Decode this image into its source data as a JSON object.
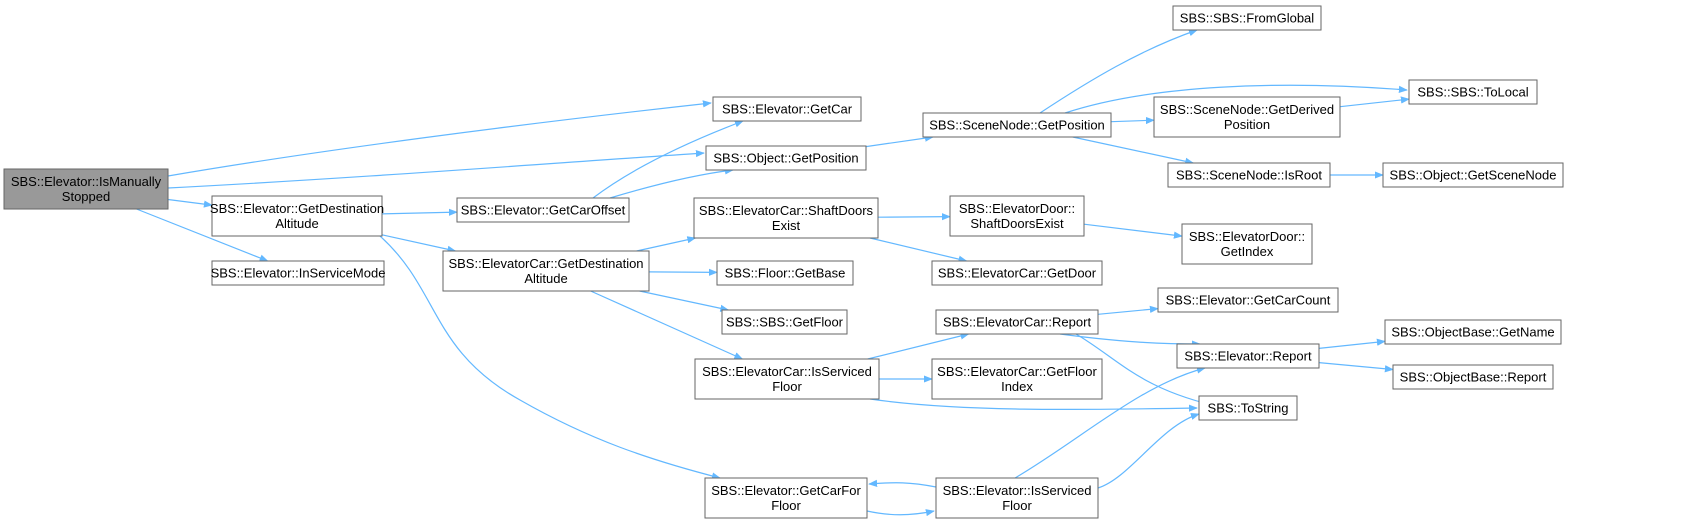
{
  "colors": {
    "edge": "#63b8ff",
    "root_fill": "#999999",
    "node_fill": "#ffffff",
    "node_border": "#666666"
  },
  "nodes": [
    {
      "id": "is_manually_stopped",
      "lines": [
        "SBS::Elevator::IsManually",
        "Stopped"
      ],
      "root": true
    },
    {
      "id": "elevator_get_destination_altitude",
      "lines": [
        "SBS::Elevator::GetDestination",
        "Altitude"
      ]
    },
    {
      "id": "elevator_in_service_mode",
      "lines": [
        "SBS::Elevator::InServiceMode"
      ]
    },
    {
      "id": "elevator_get_car",
      "lines": [
        "SBS::Elevator::GetCar"
      ]
    },
    {
      "id": "object_get_position",
      "lines": [
        "SBS::Object::GetPosition"
      ]
    },
    {
      "id": "elevator_get_car_offset",
      "lines": [
        "SBS::Elevator::GetCarOffset"
      ]
    },
    {
      "id": "elevatorcar_get_destination_altitude",
      "lines": [
        "SBS::ElevatorCar::GetDestination",
        "Altitude"
      ]
    },
    {
      "id": "elevatorcar_shaft_doors_exist",
      "lines": [
        "SBS::ElevatorCar::ShaftDoors",
        "Exist"
      ]
    },
    {
      "id": "floor_get_base",
      "lines": [
        "SBS::Floor::GetBase"
      ]
    },
    {
      "id": "sbs_get_floor",
      "lines": [
        "SBS::SBS::GetFloor"
      ]
    },
    {
      "id": "elevatorcar_is_serviced_floor",
      "lines": [
        "SBS::ElevatorCar::IsServiced",
        "Floor"
      ]
    },
    {
      "id": "elevator_get_car_for_floor",
      "lines": [
        "SBS::Elevator::GetCarFor",
        "Floor"
      ]
    },
    {
      "id": "scenenode_get_position",
      "lines": [
        "SBS::SceneNode::GetPosition"
      ]
    },
    {
      "id": "elevatordoor_shaft_doors_exist",
      "lines": [
        "SBS::ElevatorDoor::",
        "ShaftDoorsExist"
      ]
    },
    {
      "id": "elevatorcar_get_door",
      "lines": [
        "SBS::ElevatorCar::GetDoor"
      ]
    },
    {
      "id": "elevatorcar_report",
      "lines": [
        "SBS::ElevatorCar::Report"
      ]
    },
    {
      "id": "elevatorcar_get_floor_index",
      "lines": [
        "SBS::ElevatorCar::GetFloor",
        "Index"
      ]
    },
    {
      "id": "elevator_is_serviced_floor",
      "lines": [
        "SBS::Elevator::IsServiced",
        "Floor"
      ]
    },
    {
      "id": "sbs_from_global",
      "lines": [
        "SBS::SBS::FromGlobal"
      ]
    },
    {
      "id": "sbs_to_local",
      "lines": [
        "SBS::SBS::ToLocal"
      ]
    },
    {
      "id": "scenenode_get_derived_position",
      "lines": [
        "SBS::SceneNode::GetDerived",
        "Position"
      ]
    },
    {
      "id": "scenenode_is_root",
      "lines": [
        "SBS::SceneNode::IsRoot"
      ]
    },
    {
      "id": "object_get_scene_node",
      "lines": [
        "SBS::Object::GetSceneNode"
      ]
    },
    {
      "id": "elevatordoor_get_index",
      "lines": [
        "SBS::ElevatorDoor::",
        "GetIndex"
      ]
    },
    {
      "id": "elevator_get_car_count",
      "lines": [
        "SBS::Elevator::GetCarCount"
      ]
    },
    {
      "id": "elevator_report",
      "lines": [
        "SBS::Elevator::Report"
      ]
    },
    {
      "id": "sbs_to_string",
      "lines": [
        "SBS::ToString"
      ]
    },
    {
      "id": "objectbase_get_name",
      "lines": [
        "SBS::ObjectBase::GetName"
      ]
    },
    {
      "id": "objectbase_report",
      "lines": [
        "SBS::ObjectBase::Report"
      ]
    }
  ],
  "edges": [
    {
      "from": "is_manually_stopped",
      "to": "elevator_get_car"
    },
    {
      "from": "is_manually_stopped",
      "to": "object_get_position"
    },
    {
      "from": "is_manually_stopped",
      "to": "elevator_get_destination_altitude"
    },
    {
      "from": "is_manually_stopped",
      "to": "elevator_in_service_mode"
    },
    {
      "from": "elevator_get_destination_altitude",
      "to": "elevator_get_car_offset"
    },
    {
      "from": "elevator_get_destination_altitude",
      "to": "elevatorcar_get_destination_altitude"
    },
    {
      "from": "elevator_get_destination_altitude",
      "to": "elevator_get_car_for_floor"
    },
    {
      "from": "elevator_get_car_offset",
      "to": "elevator_get_car"
    },
    {
      "from": "elevator_get_car_offset",
      "to": "object_get_position"
    },
    {
      "from": "object_get_position",
      "to": "scenenode_get_position"
    },
    {
      "from": "elevatorcar_get_destination_altitude",
      "to": "elevatorcar_shaft_doors_exist"
    },
    {
      "from": "elevatorcar_get_destination_altitude",
      "to": "floor_get_base"
    },
    {
      "from": "elevatorcar_get_destination_altitude",
      "to": "sbs_get_floor"
    },
    {
      "from": "elevatorcar_get_destination_altitude",
      "to": "elevatorcar_is_serviced_floor"
    },
    {
      "from": "scenenode_get_position",
      "to": "sbs_from_global"
    },
    {
      "from": "scenenode_get_position",
      "to": "sbs_to_local"
    },
    {
      "from": "scenenode_get_position",
      "to": "scenenode_get_derived_position"
    },
    {
      "from": "scenenode_get_position",
      "to": "scenenode_is_root"
    },
    {
      "from": "scenenode_get_derived_position",
      "to": "sbs_to_local"
    },
    {
      "from": "scenenode_is_root",
      "to": "object_get_scene_node"
    },
    {
      "from": "elevatorcar_shaft_doors_exist",
      "to": "elevatordoor_shaft_doors_exist"
    },
    {
      "from": "elevatorcar_shaft_doors_exist",
      "to": "elevatorcar_get_door"
    },
    {
      "from": "elevatordoor_shaft_doors_exist",
      "to": "elevatordoor_get_index"
    },
    {
      "from": "elevatorcar_is_serviced_floor",
      "to": "elevatorcar_report"
    },
    {
      "from": "elevatorcar_is_serviced_floor",
      "to": "elevatorcar_get_floor_index"
    },
    {
      "from": "elevatorcar_is_serviced_floor",
      "to": "sbs_to_string"
    },
    {
      "from": "elevatorcar_report",
      "to": "elevator_get_car_count"
    },
    {
      "from": "elevatorcar_report",
      "to": "elevator_report"
    },
    {
      "from": "elevatorcar_report",
      "to": "sbs_to_string"
    },
    {
      "from": "elevator_report",
      "to": "objectbase_get_name"
    },
    {
      "from": "elevator_report",
      "to": "objectbase_report"
    },
    {
      "from": "elevator_get_car_for_floor",
      "to": "elevator_is_serviced_floor"
    },
    {
      "from": "elevator_is_serviced_floor",
      "to": "elevator_get_car_for_floor"
    },
    {
      "from": "elevator_is_serviced_floor",
      "to": "elevator_report"
    },
    {
      "from": "elevator_is_serviced_floor",
      "to": "sbs_to_string"
    }
  ]
}
